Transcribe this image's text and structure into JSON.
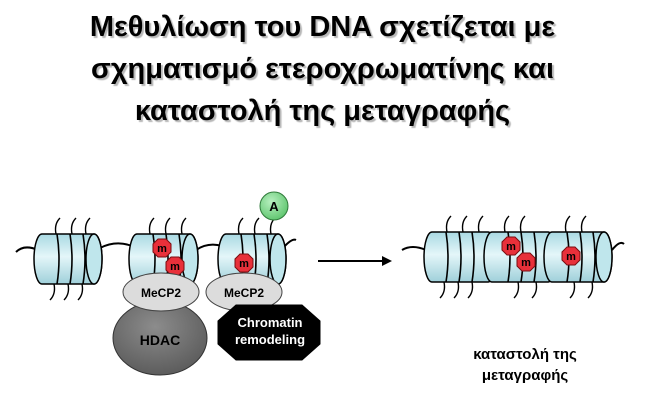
{
  "title": {
    "line1": "Μεθυλίωση του DNA σχετίζεται με",
    "line2": "σχηματισμό ετεροχρωματίνης και",
    "line3": "καταστολή της μεταγραφής"
  },
  "labels": {
    "methyl": "m",
    "activator": "A",
    "mecp2": "MeCP2",
    "hdac": "HDAC",
    "chromatin_line1": "Chromatin",
    "chromatin_line2": "remodeling"
  },
  "caption": {
    "line1": "καταστολή της",
    "line2": "μεταγραφής"
  },
  "colors": {
    "nucleosome": "#c6e8ee",
    "methyl": "#e8303a",
    "activator": "#7fd38b",
    "mecp2": "#d9d9d9",
    "hdac": "#6f6f6f",
    "chromatin_box": "#000000"
  }
}
